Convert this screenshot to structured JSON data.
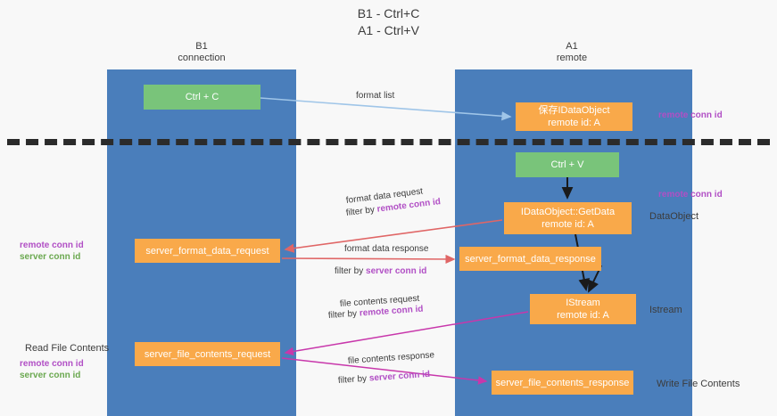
{
  "title": {
    "line1": "B1 - Ctrl+C",
    "line2": "A1 - Ctrl+V"
  },
  "columns": [
    {
      "name": "B1",
      "role": "connection"
    },
    {
      "name": "A1",
      "role": "remote"
    }
  ],
  "colors": {
    "lane": "#4a7ebb",
    "green_node": "#79c47a",
    "orange_node": "#f9a94a",
    "divider": "#2b2b2b",
    "accent_purple": "#b14fc5",
    "accent_green": "#6aa84f",
    "arrow_blue": "#9fc5e8",
    "arrow_red": "#e06666",
    "arrow_magenta": "#c837ab",
    "arrow_black": "#1a1a1a"
  },
  "nodes": {
    "ctrl_c": {
      "label": "Ctrl + C"
    },
    "save_dataobject": {
      "label": "保存IDataObject",
      "sub": "remote id: A"
    },
    "ctrl_v": {
      "label": "Ctrl + V"
    },
    "getdata": {
      "label": "IDataObject::GetData",
      "sub": "remote id: A"
    },
    "server_format_data_request": {
      "label": "server_format_data_request"
    },
    "server_format_data_response": {
      "label": "server_format_data_response"
    },
    "istream": {
      "label": "IStream",
      "sub": "remote id: A"
    },
    "server_file_contents_request": {
      "label": "server_file_contents_request"
    },
    "server_file_contents_response": {
      "label": "server_file_contents_response"
    }
  },
  "side_labels": {
    "dataobject": "DataObject",
    "istream": "Istream",
    "write_file_contents": "Write File Contents",
    "read_file_contents": "Read File Contents"
  },
  "keys": {
    "remote_conn_id_top": "remote conn id",
    "remote_conn_id_mid": "remote conn id",
    "left_remote_conn_id_1": "remote conn id",
    "left_server_conn_id_1": "server conn id",
    "left_remote_conn_id_2": "remote conn id",
    "left_server_conn_id_2": "server conn id"
  },
  "edges": {
    "format_list": {
      "label": "format list"
    },
    "format_data_request": {
      "label": "format data request",
      "filter_prefix": "filter by ",
      "filter_key": "remote conn id"
    },
    "format_data_response": {
      "label": "format data response",
      "filter_prefix": "filter by ",
      "filter_key": "server conn id"
    },
    "file_contents_request": {
      "label": "file contents request",
      "filter_prefix": "filter by ",
      "filter_key": "remote conn id"
    },
    "file_contents_response": {
      "label": "file contents response",
      "filter_prefix": "filter by ",
      "filter_key": "server conn id"
    }
  }
}
